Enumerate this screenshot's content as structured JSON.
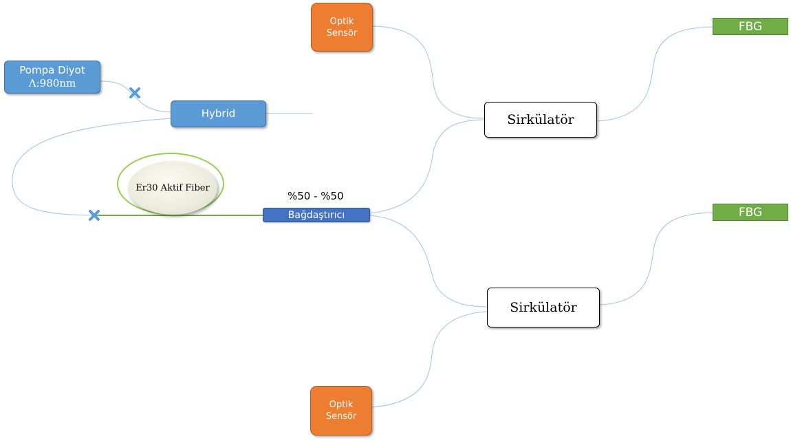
{
  "pump_diode": {
    "line1": "Pompa Diyot",
    "line2": "Λ:980nm"
  },
  "hybrid": {
    "label": "Hybrid"
  },
  "active_fiber": {
    "label": "Er30 Aktif Fiber"
  },
  "coupler": {
    "ratio": "%50 - %50",
    "label": "Bağdaştırıcı"
  },
  "sensor_top": {
    "line1": "Optik",
    "line2": "Sensör"
  },
  "sensor_bottom": {
    "line1": "Optik",
    "line2": "Sensör"
  },
  "circulator_top": {
    "label": "Sirkülatör"
  },
  "circulator_bottom": {
    "label": "Sirkülatör"
  },
  "fbg_top": {
    "label": "FBG"
  },
  "fbg_bottom": {
    "label": "FBG"
  },
  "colors": {
    "fiber_line": "#9dc3e6",
    "active_fiber_line": "#70ad47",
    "splice_mark": "#5b9bd5"
  }
}
